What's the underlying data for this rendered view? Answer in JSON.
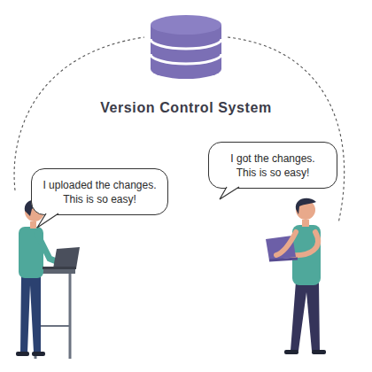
{
  "diagram": {
    "title": "Version Control System",
    "nodes": [
      {
        "text": [
          "I uploaded the changes. This is so easy!"
        ]
      },
      {
        "text": [
          "I got the changes. This is so easy!"
        ]
      }
    ]
  }
}
